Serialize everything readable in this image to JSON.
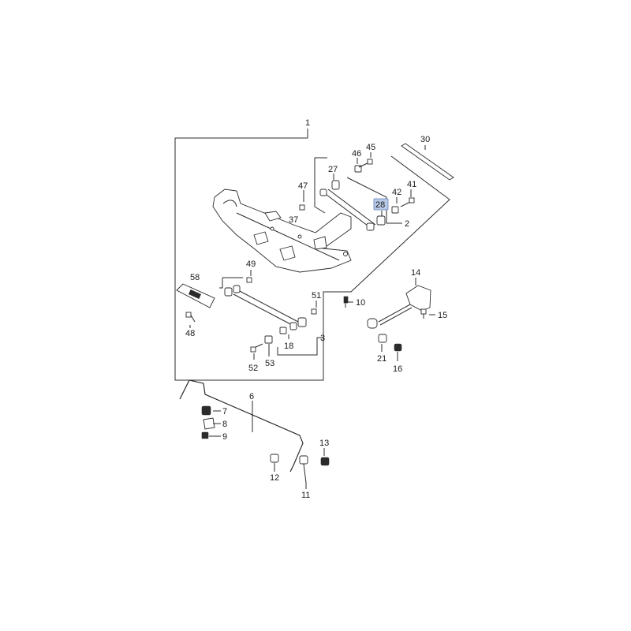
{
  "highlight_color": "#b9c9e6",
  "labels": {
    "p1": "1",
    "p2": "2",
    "p3": "3",
    "p6": "6",
    "p7": "7",
    "p8": "8",
    "p9": "9",
    "p10": "10",
    "p11": "11",
    "p12": "12",
    "p13": "13",
    "p14": "14",
    "p15": "15",
    "p16": "16",
    "p18": "18",
    "p21": "21",
    "p27": "27",
    "p28": "28",
    "p30": "30",
    "p37": "37",
    "p41": "41",
    "p42": "42",
    "p45": "45",
    "p46": "46",
    "p47": "47",
    "p48": "48",
    "p49": "49",
    "p51": "51",
    "p52": "52",
    "p53": "53",
    "p58": "58"
  },
  "selected_part": "28"
}
